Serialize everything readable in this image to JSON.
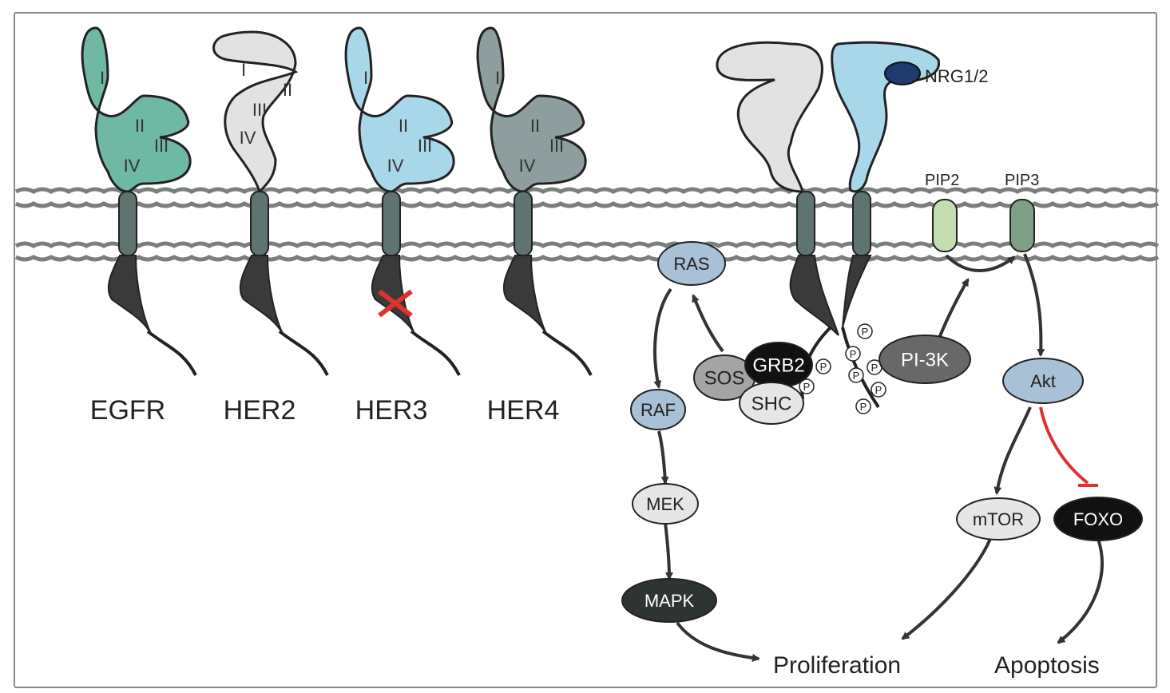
{
  "receptors": [
    {
      "name": "EGFR",
      "domains": [
        "I",
        "II",
        "III",
        "IV"
      ],
      "color": "#6fb8a4"
    },
    {
      "name": "HER2",
      "domains": [
        "I",
        "II",
        "III",
        "IV"
      ],
      "color": "#e2e2e2"
    },
    {
      "name": "HER3",
      "domains": [
        "I",
        "II",
        "III",
        "IV"
      ],
      "color": "#a8d7ea",
      "kinase_inactive": true
    },
    {
      "name": "HER4",
      "domains": [
        "I",
        "II",
        "III",
        "IV"
      ],
      "color": "#8e9e9e"
    }
  ],
  "dimer": {
    "ligand": "NRG1/2",
    "ligand_color": "#1f3a6e"
  },
  "lipids": {
    "pip2": "PIP2",
    "pip3": "PIP3"
  },
  "phospho_label": "P",
  "nodes": {
    "ras": "RAS",
    "raf": "RAF",
    "mek": "MEK",
    "mapk": "MAPK",
    "sos": "SOS",
    "grb2": "GRB2",
    "shc": "SHC",
    "pi3k": "PI-3K",
    "akt": "Akt",
    "mtor": "mTOR",
    "foxo": "FOXO"
  },
  "outcomes": {
    "proliferation": "Proliferation",
    "apoptosis": "Apoptosis"
  },
  "colors": {
    "membrane": "#7b7f7b",
    "tm_segment": "#5f7370",
    "kinase": "#3a3a3a",
    "inhibition": "#e03030",
    "inactive_mark": "#e03030"
  }
}
